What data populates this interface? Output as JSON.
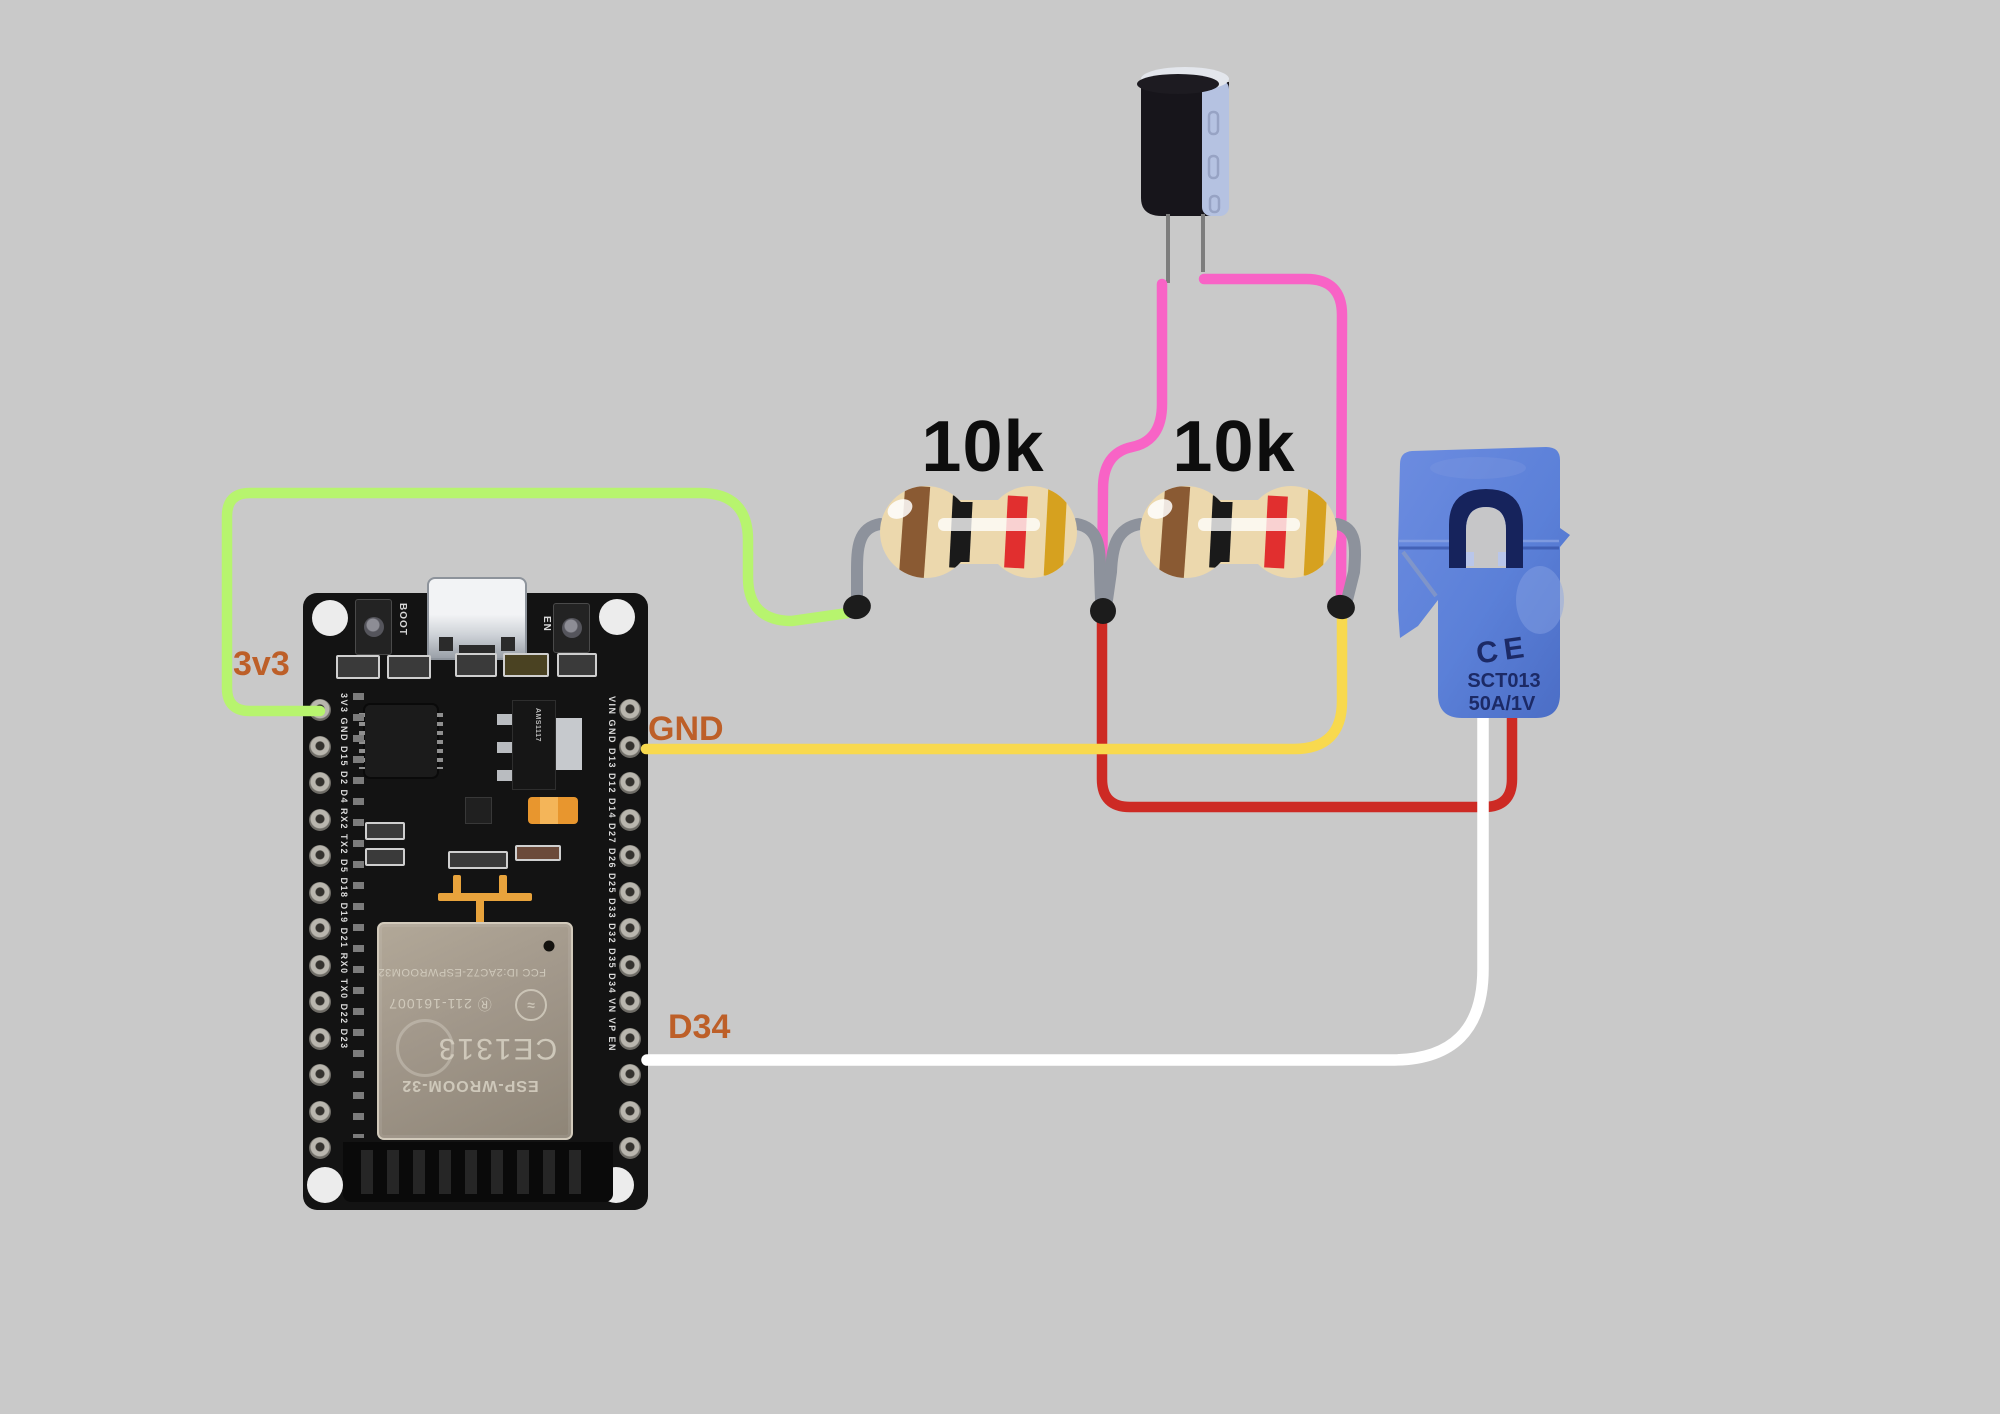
{
  "scene": {
    "background": "#c9c9c9"
  },
  "labels": {
    "color": "#bd5f28",
    "v33": "3v3",
    "gnd": "GND",
    "d34": "D34",
    "resistor1": "10k",
    "resistor2": "10k"
  },
  "wires": {
    "green": "#b7f46e",
    "yellow": "#f8d94e",
    "red": "#cd2a24",
    "pink": "#f863c6",
    "white": "#ffffff",
    "lead": "#8d929c",
    "cap_lead": "#7d7d7d",
    "junction": "#1c1c1c"
  },
  "resistor": {
    "body": "#ecd8ad",
    "band_brown": "#8a5a33",
    "band_black": "#1a1a1a",
    "band_red": "#e12f2f",
    "band_gold": "#d6a11f"
  },
  "capacitor": {
    "body": "#17151b",
    "stripe": "#b5c2e1",
    "top": "#e3e6ec",
    "mark": "#97a3c4"
  },
  "sensor": {
    "body_color": "#5b80d8",
    "dark": "#16235c",
    "hole": "#c6c6c8",
    "text_color": "#1c2a66",
    "ce_mark": "CE",
    "model": "SCT013",
    "rating": "50A/1V"
  },
  "board": {
    "boot_button": "BOOT",
    "en_button": "EN",
    "regulator": "AMS1117",
    "left_pins": [
      "3V3",
      "GND",
      "D15",
      "D2",
      "D4",
      "RX2",
      "TX2",
      "D5",
      "D18",
      "D19",
      "D21",
      "RX0",
      "TX0",
      "D22",
      "D23"
    ],
    "right_pins": [
      "VIN",
      "GND",
      "D13",
      "D12",
      "D14",
      "D27",
      "D26",
      "D25",
      "D33",
      "D32",
      "D35",
      "D34",
      "VN",
      "VP",
      "EN"
    ],
    "module": {
      "fcc_line": "FCC ID:2AC7Z-ESPWROOM32",
      "serial_line": "Ⓡ 211-161007",
      "ce_line": "CE1313",
      "name_line": "ESP-WROOM-32",
      "cert_glyph": "≈"
    }
  }
}
